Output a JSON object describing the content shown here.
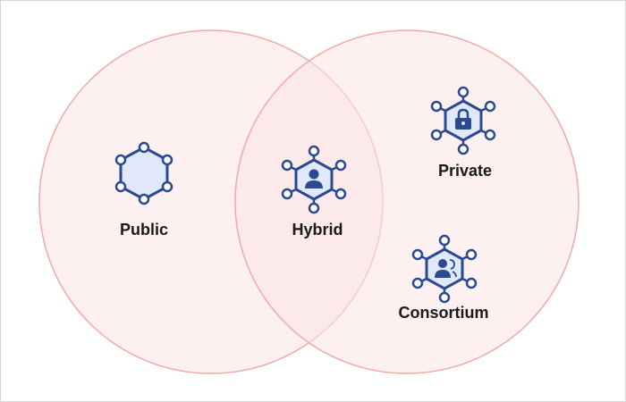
{
  "labels": {
    "public": "Public",
    "hybrid": "Hybrid",
    "private": "Private",
    "consortium": "Consortium"
  },
  "colors": {
    "circle_fill": "#fbe3e3",
    "circle_stroke": "#f1a9a9",
    "node_stroke": "#2b4a8f",
    "node_fill": "#dfe9fb",
    "node_dot_fill": "#ffffff"
  },
  "icons": {
    "public": "network-hexagon-icon",
    "hybrid": "network-user-icon",
    "private": "network-lock-icon",
    "consortium": "network-group-icon"
  }
}
